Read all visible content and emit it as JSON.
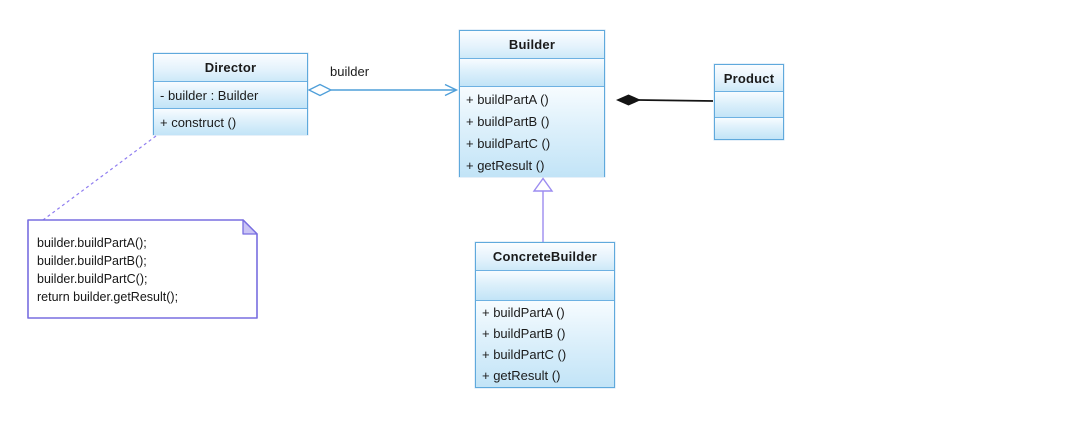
{
  "diagram": {
    "kind": "uml-class-diagram",
    "pattern_name": "Builder design pattern"
  },
  "colors": {
    "class_border": "#5fa9dc",
    "class_fill_top": "#f7fcff",
    "class_fill_bottom": "#c2e4f7",
    "association_blue": "#4f9fd9",
    "inheritance_purple": "#9c8cf0",
    "note_border": "#786ee0",
    "note_fold_fill": "#cac4f5",
    "dashed_anchor_purple": "#8f7df0",
    "black_line": "#141414",
    "text": "#1b1b1b"
  },
  "classes": [
    {
      "name": "Director",
      "attributes": [
        "- builder : Builder"
      ],
      "methods": [
        "+ construct ()"
      ]
    },
    {
      "name": "Builder",
      "attributes": [],
      "methods": [
        "+ buildPartA ()",
        "+ buildPartB ()",
        "+ buildPartC ()",
        "+ getResult ()"
      ]
    },
    {
      "name": "Product",
      "attributes": [],
      "methods": []
    },
    {
      "name": "ConcreteBuilder",
      "attributes": [],
      "methods": [
        "+ buildPartA ()",
        "+ buildPartB ()",
        "+ buildPartC ()",
        "+ getResult ()"
      ]
    }
  ],
  "labels": {
    "aggregation_role": "builder"
  },
  "note": {
    "lines": [
      "builder.buildPartA();",
      "builder.buildPartB();",
      "builder.buildPartC();",
      "return builder.getResult();"
    ]
  }
}
